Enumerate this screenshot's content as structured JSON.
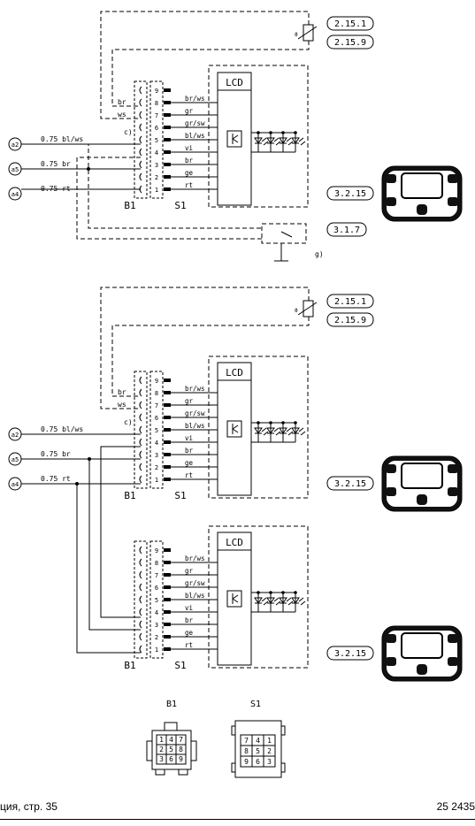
{
  "top_section": {
    "ref_2151": "2.15.1",
    "ref_2159": "2.15.9",
    "ref_3215": "3.2.15",
    "ref_317": "3.1.7",
    "switch_note": "g)",
    "c_note": "c)",
    "left_wires": [
      {
        "tag": "br"
      },
      {
        "tag": "ws"
      }
    ],
    "inputs": [
      {
        "terminal": "a2",
        "label": "0.75 bl/ws"
      },
      {
        "terminal": "a5",
        "label": "0.75 br"
      },
      {
        "terminal": "a4",
        "label": "0.75 rt"
      }
    ]
  },
  "middle_section": {
    "ref_2151": "2.15.1",
    "ref_2159": "2.15.9",
    "ref_3215": "3.2.15",
    "c_note": "c)",
    "left_wires": [
      {
        "tag": "br"
      },
      {
        "tag": "ws"
      }
    ],
    "inputs": [
      {
        "terminal": "a2",
        "label": "0.75 bl/ws"
      },
      {
        "terminal": "a5",
        "label": "0.75 br"
      },
      {
        "terminal": "a4",
        "label": "0.75 rt"
      }
    ]
  },
  "bottom_section": {
    "ref_3215": "3.2.15"
  },
  "module": {
    "lcd_label": "LCD",
    "connector_b1": "B1",
    "connector_s1": "S1",
    "pin_numbers": [
      "9",
      "8",
      "7",
      "6",
      "5",
      "4",
      "3",
      "2",
      "1"
    ],
    "wire_labels": [
      "br/ws",
      "gr",
      "gr/sw",
      "bl/ws",
      "vi",
      "br",
      "ge",
      "rt"
    ]
  },
  "pinouts": {
    "b1_title": "B1",
    "s1_title": "S1",
    "b1_grid": [
      [
        "1",
        "4",
        "7"
      ],
      [
        "2",
        "5",
        "8"
      ],
      [
        "3",
        "6",
        "9"
      ]
    ],
    "s1_grid": [
      [
        "7",
        "4",
        "1"
      ],
      [
        "8",
        "5",
        "2"
      ],
      [
        "9",
        "6",
        "3"
      ]
    ]
  },
  "footer": {
    "left_text": "ция, стр. 35",
    "right_text": "25 2435"
  },
  "colors": {
    "ink": "#000000",
    "paper": "#ffffff",
    "panel_body": "#111111"
  }
}
